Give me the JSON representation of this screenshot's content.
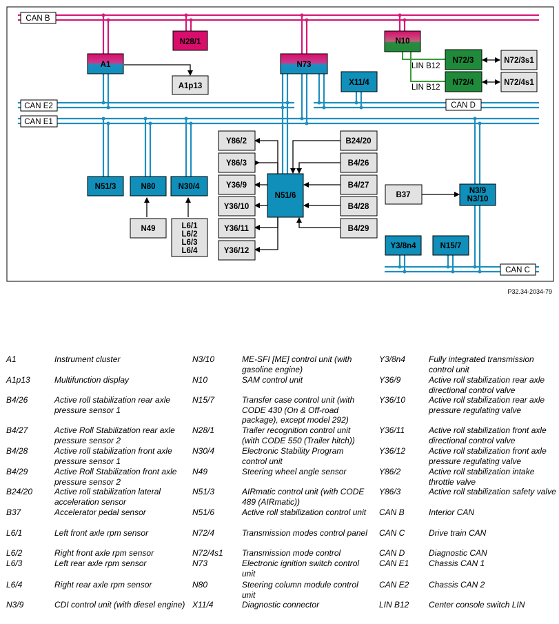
{
  "figure_code": "P32.34-2034-79",
  "buses": {
    "can_b": "CAN B",
    "can_e2": "CAN E2",
    "can_e1": "CAN E1",
    "can_d": "CAN D",
    "can_c": "CAN C",
    "lin_b12_top": "LIN B12",
    "lin_b12_bottom": "LIN B12"
  },
  "modules": {
    "A1": "A1",
    "N28_1": "N28/1",
    "N73": "N73",
    "N10": "N10",
    "N72_3": "N72/3",
    "N72_3s1": "N72/3s1",
    "N72_4": "N72/4",
    "N72_4s1": "N72/4s1",
    "A1p13": "A1p13",
    "X11_4": "X11/4",
    "N51_3": "N51/3",
    "N80": "N80",
    "N30_4": "N30/4",
    "N49": "N49",
    "L6": [
      "L6/1",
      "L6/2",
      "L6/3",
      "L6/4"
    ],
    "Y86_2": "Y86/2",
    "Y86_3": "Y86/3",
    "Y36_9": "Y36/9",
    "Y36_10": "Y36/10",
    "Y36_11": "Y36/11",
    "Y36_12": "Y36/12",
    "N51_6": "N51/6",
    "B24_20": "B24/20",
    "B4_26": "B4/26",
    "B4_27": "B4/27",
    "B4_28": "B4/28",
    "B4_29": "B4/29",
    "B37": "B37",
    "N3": [
      "N3/9",
      "N3/10"
    ],
    "Y3_8n4": "Y3/8n4",
    "N15_7": "N15/7"
  },
  "colors": {
    "bus": "#1e8fc0",
    "module_blue": "#0f8fb9",
    "can_b_line": "#d4197a",
    "module_magenta": "#d90d6b",
    "module_green": "#1f8a3a",
    "sensor_grey": "#e2e2e2",
    "lin_line": "#3a9a3a"
  },
  "legend": [
    [
      {
        "code": "A1",
        "desc": "Instrument cluster"
      },
      {
        "code": "A1p13",
        "desc": "Multifunction display"
      },
      {
        "code": "B4/26",
        "desc": "Active roll stabilization rear axle pressure sensor 1"
      },
      {
        "code": "B4/27",
        "desc": "Active Roll Stabilization rear axle pressure sensor 2"
      },
      {
        "code": "B4/28",
        "desc": "Active roll stabilization front axle pressure sensor 1"
      },
      {
        "code": "B4/29",
        "desc": "Active Roll Stabilization front axle pressure sensor 2"
      },
      {
        "code": "B24/20",
        "desc": "Active roll stabilization lateral acceleration sensor"
      },
      {
        "code": "B37",
        "desc": "Accelerator pedal sensor"
      },
      {
        "code": "L6/1",
        "desc": "Left front axle rpm sensor"
      },
      {
        "code": "L6/2",
        "desc": "Right front axle rpm sensor"
      },
      {
        "code": "L6/3",
        "desc": "Left rear axle rpm sensor"
      },
      {
        "code": "L6/4",
        "desc": "Right rear axle rpm sensor"
      },
      {
        "code": "N3/9",
        "desc": "CDI control unit (with diesel engine)"
      }
    ],
    [
      {
        "code": "N3/10",
        "desc": "ME-SFI [ME] control unit (with gasoline engine)"
      },
      {
        "code": "N10",
        "desc": "SAM control unit"
      },
      {
        "code": "N15/7",
        "desc": "Transfer case control unit (with CODE 430 (On & Off-road package), except model 292)"
      },
      {
        "code": "N28/1",
        "desc": "Trailer recognition control unit (with CODE 550 (Trailer hitch))"
      },
      {
        "code": "N30/4",
        "desc": "Electronic Stability Program control unit"
      },
      {
        "code": "N49",
        "desc": "Steering wheel angle sensor"
      },
      {
        "code": "N51/3",
        "desc": "AIRmatic control unit (with CODE 489 (AIRmatic))"
      },
      {
        "code": "N51/6",
        "desc": "Active roll stabilization control unit"
      },
      {
        "code": "N72/4",
        "desc": "Transmission modes control panel"
      },
      {
        "code": "N72/4s1",
        "desc": "Transmission mode control"
      },
      {
        "code": "N73",
        "desc": "Electronic ignition switch control unit"
      },
      {
        "code": "N80",
        "desc": "Steering column module control unit"
      },
      {
        "code": "X11/4",
        "desc": "Diagnostic connector"
      }
    ],
    [
      {
        "code": "Y3/8n4",
        "desc": "Fully integrated transmission control unit"
      },
      {
        "code": "Y36/9",
        "desc": "Active roll stabilization rear axle directional control valve"
      },
      {
        "code": "Y36/10",
        "desc": "Active roll stabilization rear axle pressure regulating valve"
      },
      {
        "code": "Y36/11",
        "desc": "Active roll stabilization front axle directional control valve"
      },
      {
        "code": "Y36/12",
        "desc": "Active roll stabilization front axle pressure regulating valve"
      },
      {
        "code": "Y86/2",
        "desc": "Active roll stabilization intake throttle valve"
      },
      {
        "code": "Y86/3",
        "desc": "Active roll stabilization safety valve"
      },
      {
        "code": "CAN B",
        "desc": "Interior CAN"
      },
      {
        "code": "CAN C",
        "desc": "Drive train CAN"
      },
      {
        "code": "CAN D",
        "desc": "Diagnostic CAN"
      },
      {
        "code": "CAN E1",
        "desc": "Chassis CAN 1"
      },
      {
        "code": "CAN E2",
        "desc": "Chassis CAN 2"
      },
      {
        "code": "LIN B12",
        "desc": "Center console switch LIN"
      }
    ]
  ]
}
